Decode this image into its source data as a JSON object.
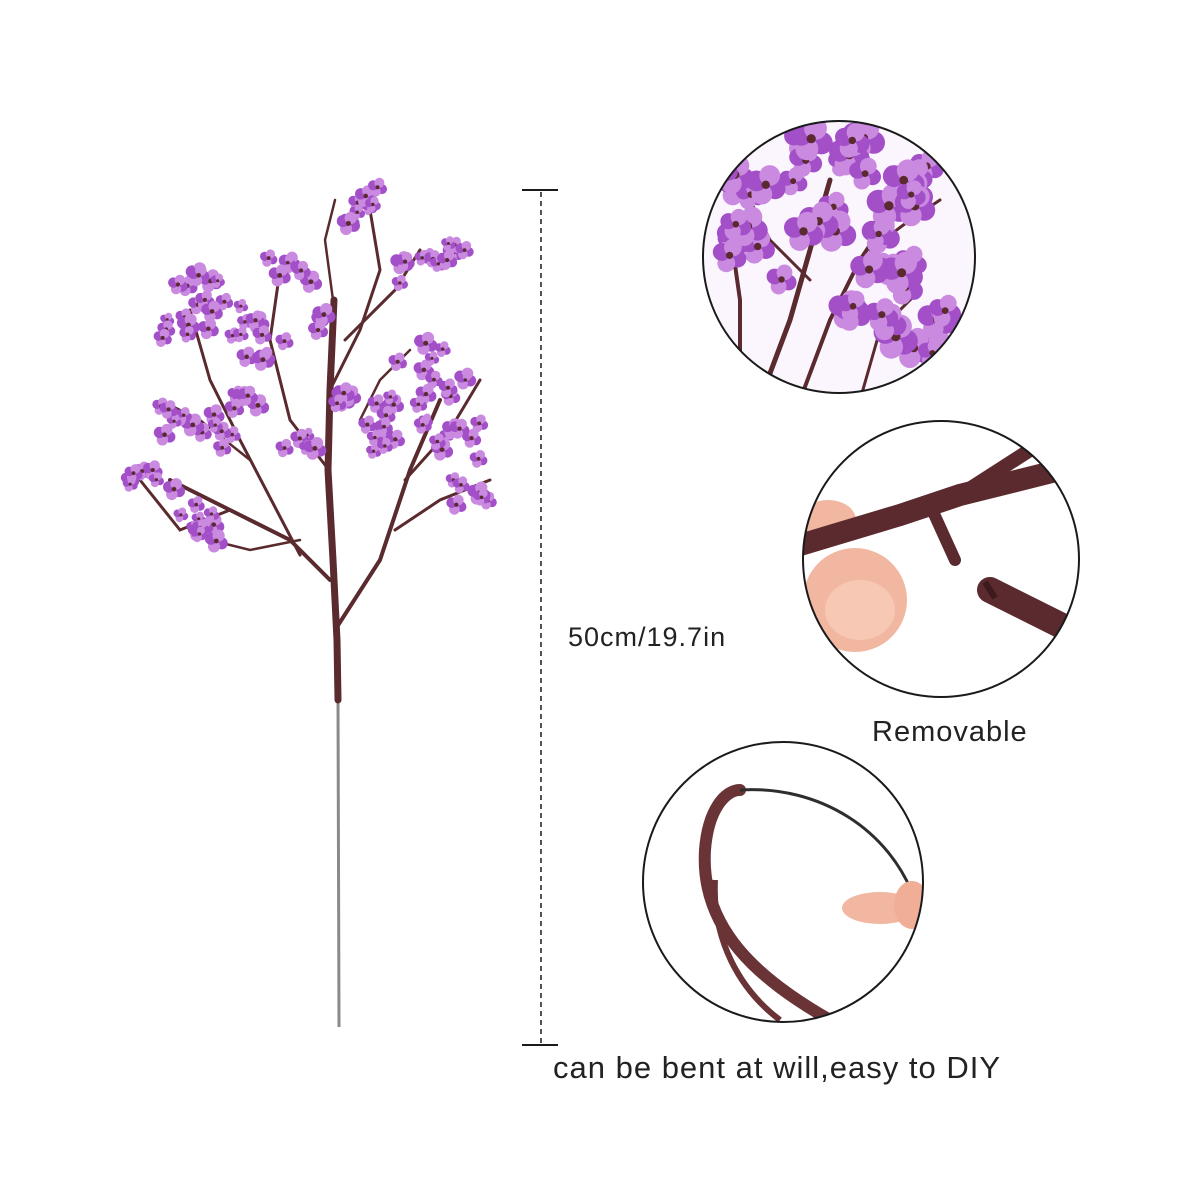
{
  "product": {
    "size_label": "50cm/19.7in",
    "feature_removable": "Removable",
    "feature_bendable": "can be bent at will,easy to DIY"
  },
  "colors": {
    "flower_purple": "#a24fc8",
    "flower_light": "#c98ae0",
    "stem_brown": "#5a2a2e",
    "wire_gray": "#8a8a8a",
    "skin": "#f2b7a0",
    "outline": "#1a1a1a"
  },
  "icons": {
    "dimension-marker": "dashed-line-with-end-caps",
    "detail-circle": "circle-outline"
  }
}
